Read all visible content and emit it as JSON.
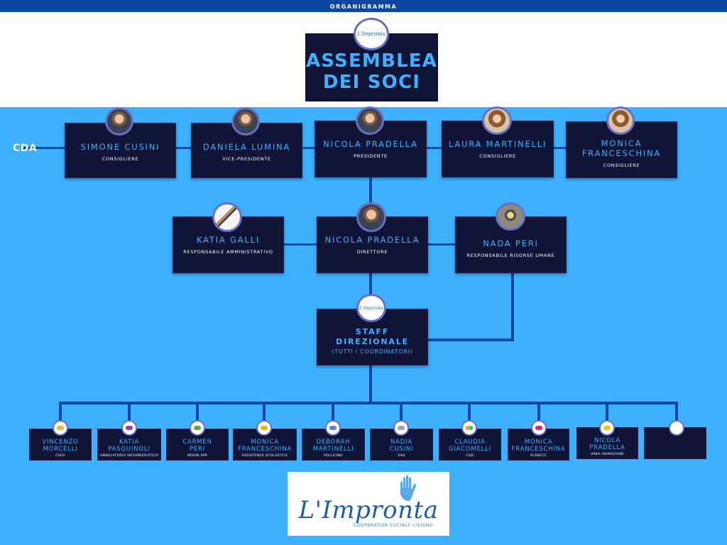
{
  "header": {
    "title": "ORGANIGRAMMA"
  },
  "root": {
    "title": "ASSEMBLEA\nDEI SOCI",
    "logo_text": "L'Impronta"
  },
  "cda": {
    "label": "CDA",
    "members": [
      {
        "name": "SIMONE CUSINI",
        "role": "CONSIGLIERE"
      },
      {
        "name": "DANIELA LUMINA",
        "role": "VICE-PRESIDENTE"
      },
      {
        "name": "NICOLA PRADELLA",
        "role": "PRESIDENTE"
      },
      {
        "name": "LAURA MARTINELLI",
        "role": "CONSIGLIERE"
      },
      {
        "name": "MONICA\nFRANCESCHINA",
        "role": "CONSIGLIERE"
      }
    ]
  },
  "management": [
    {
      "name": "KATIA GALLI",
      "role": "RESPONSABILE AMMINISTRATIVO"
    },
    {
      "name": "NICOLA PRADELLA",
      "role": "DIRETTORE"
    },
    {
      "name": "NADA PERI",
      "role": "RESPONSABILE RISORSE UMANE"
    }
  ],
  "staff": {
    "title": "STAFF\nDIREZIONALE",
    "subtitle": "(TUTTI I COORDINATORI)",
    "logo_text": "L'Impronta"
  },
  "coordinators": [
    {
      "name": "VINCENZO\nMORCELLI",
      "role": "CIAGI",
      "badge_color": "#f2b43c"
    },
    {
      "name": "KATIA\nPASQUINOLI",
      "role": "AMBULATORIO INFERMIERISTICO",
      "badge_color": "#8e44ad"
    },
    {
      "name": "CARMEN\nPERI",
      "role": "MOVIN APP",
      "badge_color": "#4caf50"
    },
    {
      "name": "MONICA\nFRANCESCHINA",
      "role": "ASSISTENZA SCOLASTICA",
      "badge_color": "#e6b800"
    },
    {
      "name": "DEBORAH\nMARTINELLI",
      "role": "POLLICINO",
      "badge_color": "#5b7fc7"
    },
    {
      "name": "NADIA\nCUSINI",
      "role": "SAD",
      "badge_color": "#9aa3ad"
    },
    {
      "name": "CLAUDIA\nGIACOMELLI",
      "role": "CDD",
      "badge_color": "#e74c3c"
    },
    {
      "name": "MONICA\nFRANCESCHINA",
      "role": "PLANECC",
      "badge_color": "#e91e63"
    },
    {
      "name": "NICOLA\nPRADELLA",
      "role": "URBA ANIMAZIONE",
      "badge_color": "#f1c40f"
    },
    {
      "name": "",
      "role": "",
      "badge_color": "#ffffff"
    }
  ],
  "footer_logo": {
    "title": "L'Impronta",
    "subtitle": "COOPERATIVA SOCIALE LIVIGNO"
  }
}
